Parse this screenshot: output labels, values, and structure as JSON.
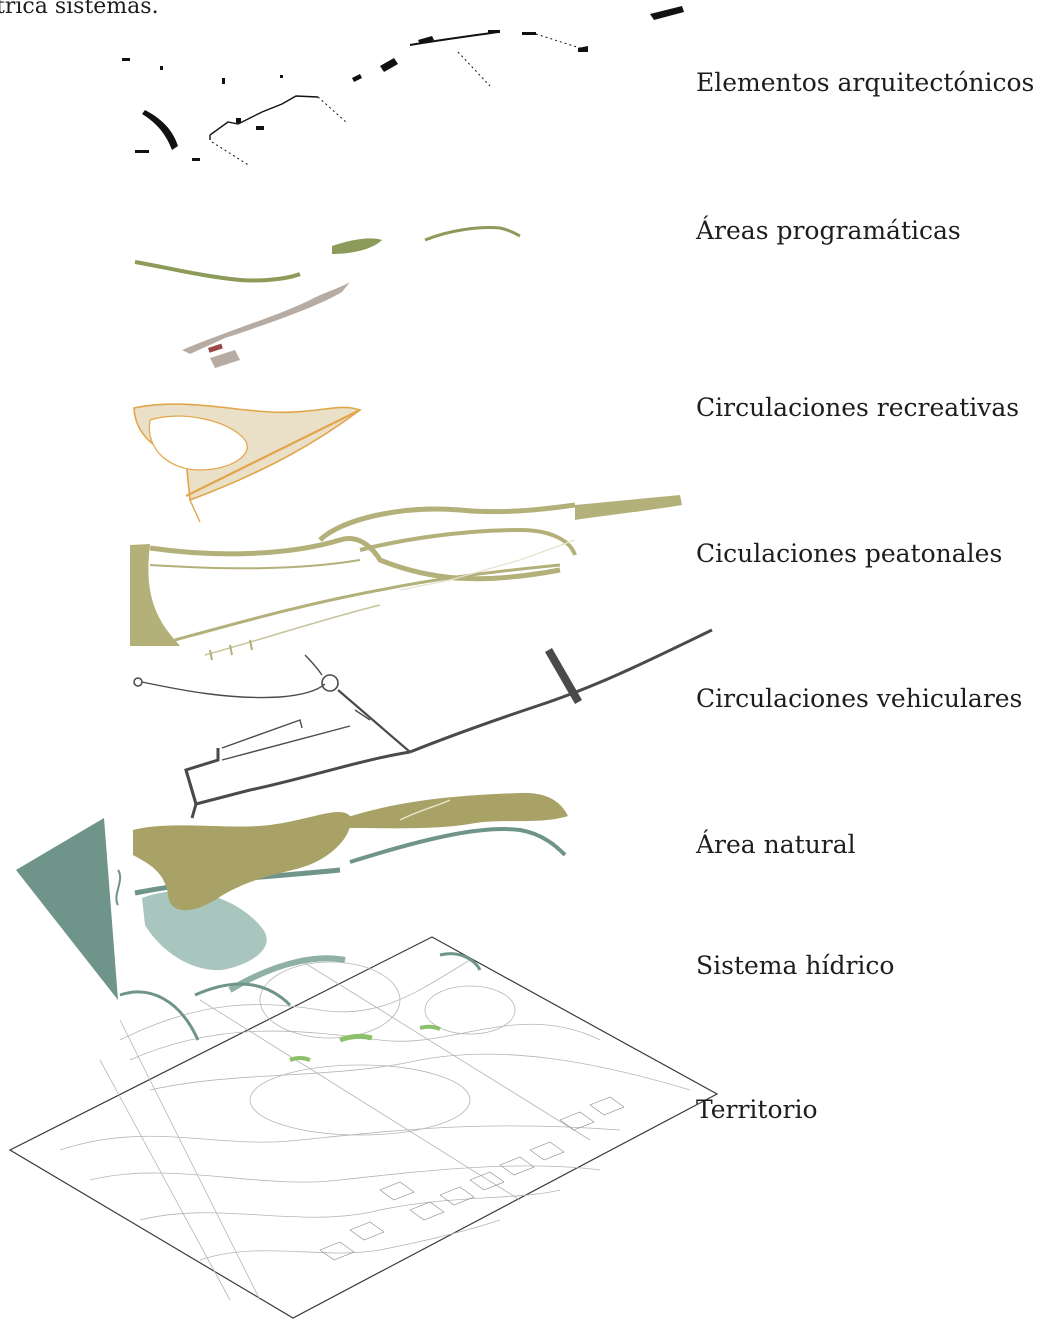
{
  "caption": "trica sistemas.",
  "layers": [
    {
      "id": "elementos-arquitectonicos",
      "label": "Elementos arquitectónicos"
    },
    {
      "id": "areas-programaticas",
      "label": "Áreas programáticas"
    },
    {
      "id": "circulaciones-recreativas",
      "label": "Circulaciones recreativas"
    },
    {
      "id": "ciculaciones-peatonales",
      "label": "Ciculaciones peatonales"
    },
    {
      "id": "circulaciones-vehiculares",
      "label": "Circulaciones vehiculares"
    },
    {
      "id": "area-natural",
      "label": "Área natural"
    },
    {
      "id": "sistema-hidrico",
      "label": "Sistema hídrico"
    },
    {
      "id": "territorio",
      "label": "Territorio"
    }
  ],
  "colors": {
    "architecture": "#111111",
    "program_green": "#8c9a5a",
    "program_grey": "#b7aca3",
    "program_red": "#9b4a48",
    "recreational": "#e2a64a",
    "recreational_fill": "#eadfc7",
    "pedestrian": "#b4b07a",
    "vehicular": "#4a4a4a",
    "natural": "#a8a266",
    "water_dark": "#6f9489",
    "water_light": "#a9c6be",
    "territory_line": "#9a9a9a"
  }
}
